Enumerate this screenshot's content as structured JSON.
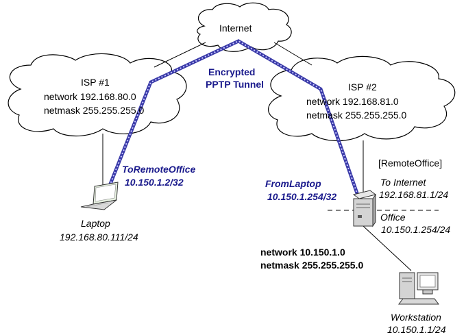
{
  "diagram": {
    "internet_label": "Internet",
    "isp1": {
      "title": "ISP #1",
      "network": "network 192.168.80.0",
      "netmask": "netmask 255.255.255.0"
    },
    "isp2": {
      "title": "ISP #2",
      "network": "network 192.168.81.0",
      "netmask": "netmask 255.255.255.0"
    },
    "tunnel": {
      "line1": "Encrypted",
      "line2": "PPTP Tunnel"
    },
    "laptop_tunnel": {
      "name": "ToRemoteOffice",
      "address": "10.150.1.2/32"
    },
    "office_tunnel": {
      "name": "FromLaptop",
      "address": "10.150.1.254/32"
    },
    "remote_office": {
      "label": "[RemoteOffice]",
      "to_internet": "To Internet",
      "to_internet_ip": "192.168.81.1/24",
      "office": "Office",
      "office_ip": "10.150.1.254/24"
    },
    "laptop": {
      "name": "Laptop",
      "ip": "192.168.80.111/24"
    },
    "office_network": {
      "network": "network 10.150.1.0",
      "netmask": "netmask 255.255.255.0"
    },
    "workstation": {
      "name": "Workstation",
      "ip": "10.150.1.1/24"
    }
  }
}
